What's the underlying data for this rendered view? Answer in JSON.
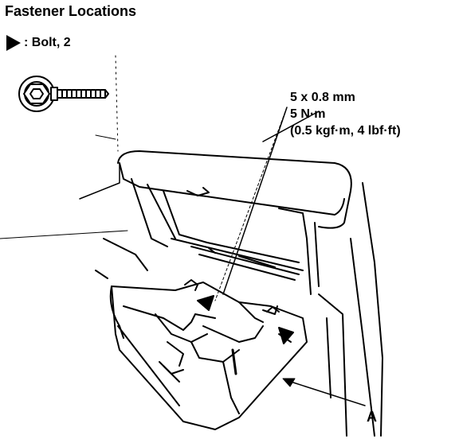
{
  "title": "Fastener Locations",
  "legend": {
    "symbol": "triangle-right-icon",
    "label": ": Bolt, 2"
  },
  "spec": {
    "size": "5 x 0.8 mm",
    "torque": "5 N·m",
    "torque_alt": "(0.5 kgf·m, 4 lbf·ft)"
  },
  "callout": "A"
}
